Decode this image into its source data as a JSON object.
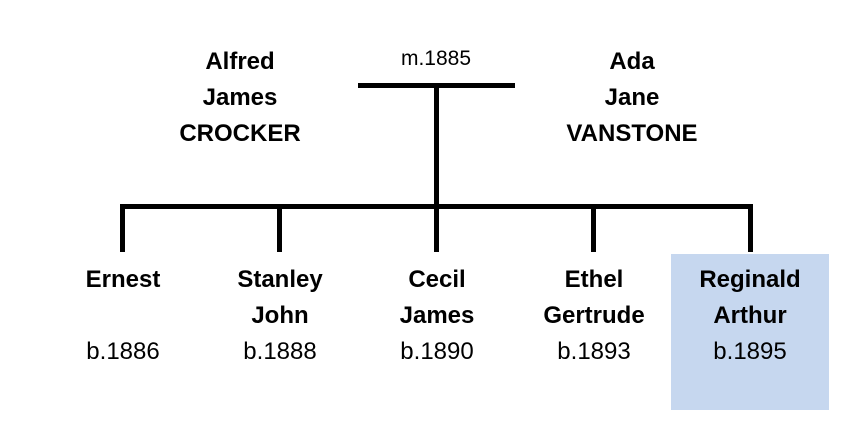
{
  "diagram": {
    "highlight_color": "#c6d7ef",
    "father": {
      "lines": [
        "Alfred",
        "James",
        "CROCKER"
      ]
    },
    "mother": {
      "lines": [
        "Ada",
        "Jane",
        "VANSTONE"
      ]
    },
    "marriage": {
      "label": "m.1885"
    },
    "children": [
      {
        "lines": [
          "Ernest",
          ""
        ],
        "born": "b.1886",
        "highlighted": false
      },
      {
        "lines": [
          "Stanley",
          "John"
        ],
        "born": "b.1888",
        "highlighted": false
      },
      {
        "lines": [
          "Cecil",
          "James"
        ],
        "born": "b.1890",
        "highlighted": false
      },
      {
        "lines": [
          "Ethel",
          "Gertrude"
        ],
        "born": "b.1893",
        "highlighted": false
      },
      {
        "lines": [
          "Reginald",
          "Arthur"
        ],
        "born": "b.1895",
        "highlighted": true
      }
    ]
  }
}
